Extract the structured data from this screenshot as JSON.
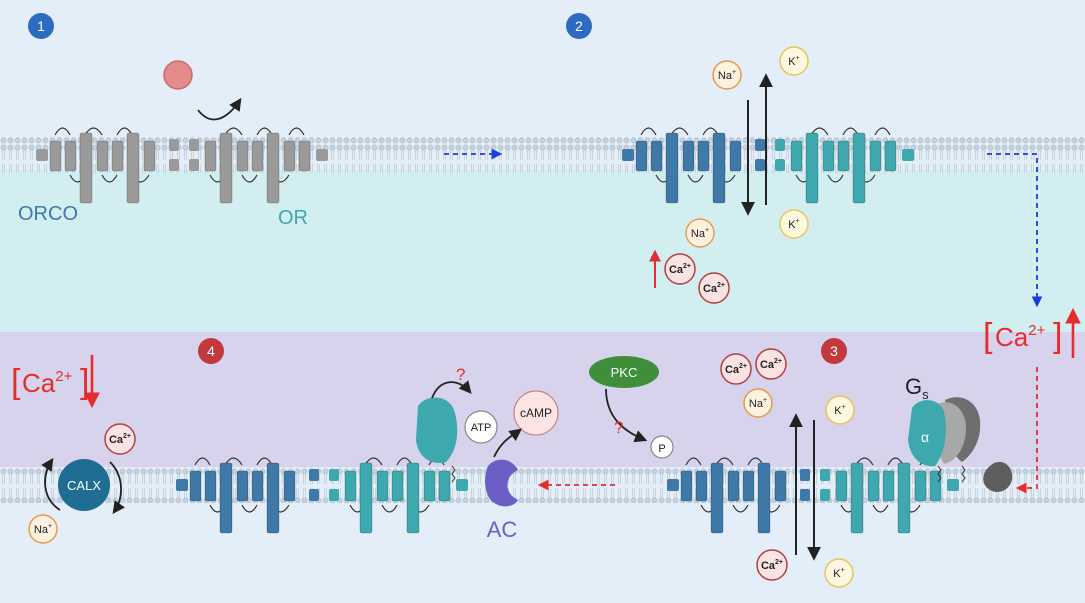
{
  "colors": {
    "panel_top_bg": "#e3eef9",
    "cytosol_band": "#d3eef1",
    "panel_bottom_bg": "#d7d3ec",
    "badge_blue": "#2c6bbf",
    "badge_red": "#c1393d",
    "orco_blue": "#3f79a8",
    "or_teal": "#3da8ae",
    "inactive_gray": "#9a9a9a",
    "ca_red": "#e52d2d",
    "pkc_green": "#3f8f3a",
    "ac_purple": "#6b5fc6",
    "calx_blue": "#1f6d93",
    "arrow_blue": "#1a3ce0"
  },
  "panels": {
    "p1": {
      "badge": "1",
      "orco_label": "ORCO",
      "or_label": "OR"
    },
    "p2": {
      "badge": "2"
    },
    "p3": {
      "badge": "3"
    },
    "p4": {
      "badge": "4"
    }
  },
  "ions": {
    "na": "Na",
    "na_sup": "+",
    "k": "K",
    "k_sup": "+",
    "ca": "Ca",
    "ca_sup": "2+"
  },
  "big_ca": {
    "right": {
      "base": "Ca",
      "sup": "2+",
      "open": "[",
      "close": "]"
    },
    "left": {
      "base": "Ca",
      "sup": "2+",
      "open": "[",
      "close": "]"
    }
  },
  "labels": {
    "pkc": "PKC",
    "p": "P",
    "atp": "ATP",
    "camp": "cAMP",
    "ac": "AC",
    "calx": "CALX",
    "gs": "G",
    "gs_sub": "s",
    "alpha": "α",
    "question": "?"
  }
}
